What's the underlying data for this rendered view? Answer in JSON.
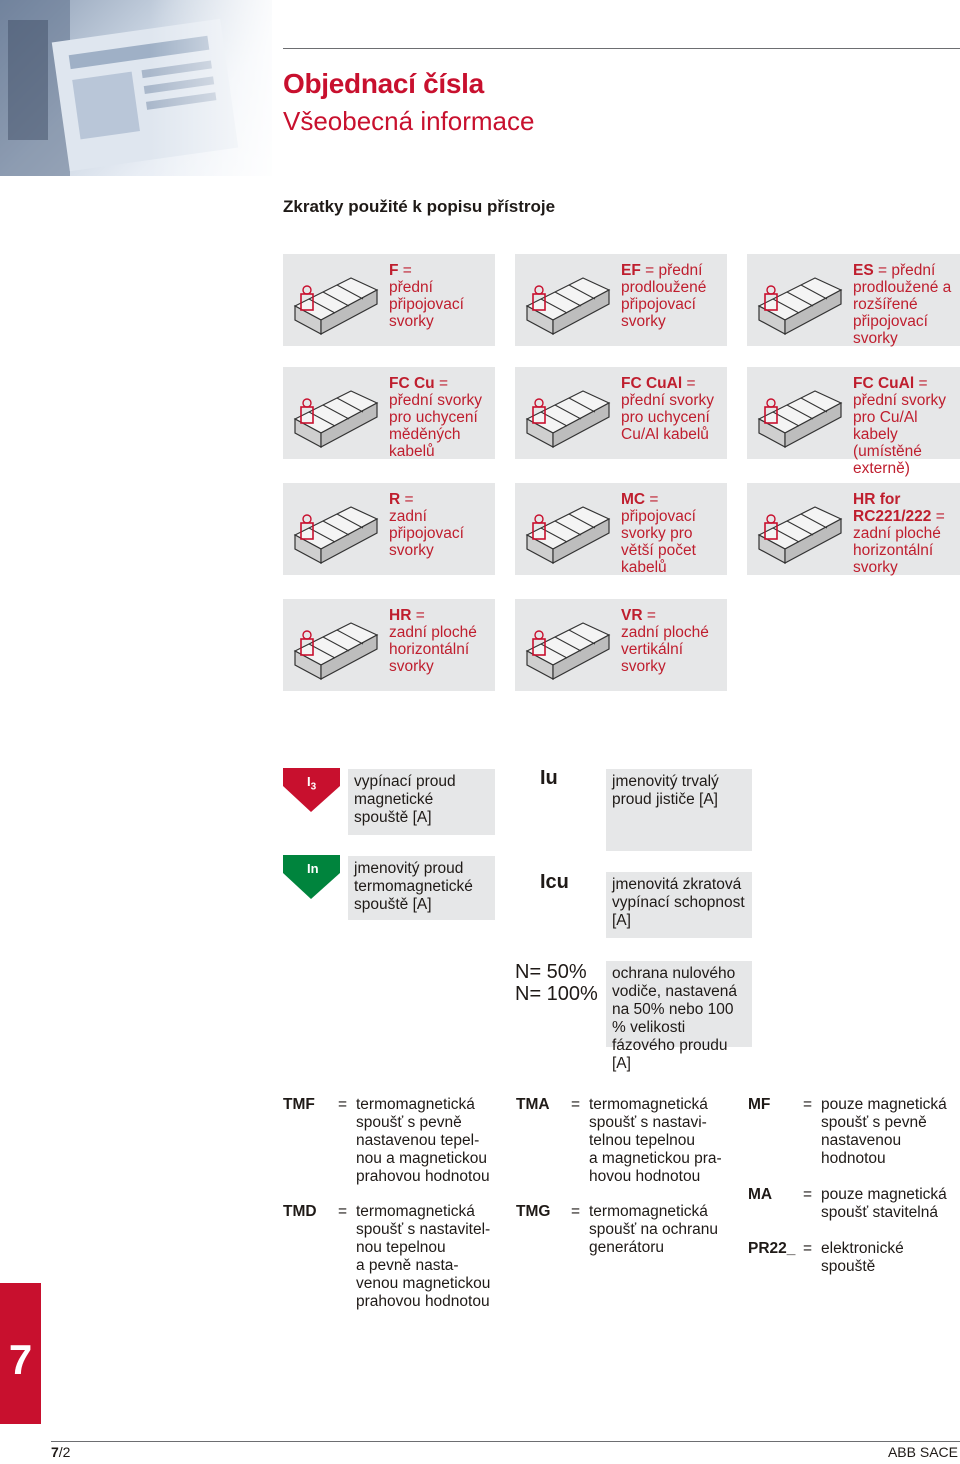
{
  "header": {
    "title": "Objednací čísla",
    "subtitle": "Všeobecná informace"
  },
  "section_heading": "Zkratky použité k popisu přístroje",
  "terminals": [
    {
      "code": "F",
      "suffix": " =",
      "desc": "přední připojovací svorky"
    },
    {
      "code": "EF",
      "suffix": " = přední",
      "desc": "prodloužené připojovací svorky"
    },
    {
      "code": "ES",
      "suffix": " = přední",
      "desc": "prodloužené a rozšířené připojovací svorky"
    },
    {
      "code": "FC Cu",
      "suffix": " =",
      "desc": "přední svorky pro uchycení měděných kabelů"
    },
    {
      "code": "FC CuAl",
      "suffix": " =",
      "desc": "přední svorky pro uchycení Cu/Al kabelů"
    },
    {
      "code": "FC CuAl",
      "suffix": " =",
      "desc": "přední svorky pro Cu/Al kabely (umístěné externě)"
    },
    {
      "code": "R",
      "suffix": " =",
      "desc": "zadní připojovací svorky"
    },
    {
      "code": "MC",
      "suffix": " =",
      "desc": "připojovací svorky pro větší počet kabelů"
    },
    {
      "code": "HR for RC221/222",
      "suffix": " =",
      "desc": "zadní ploché horizontální svorky"
    },
    {
      "code": "HR",
      "suffix": " =",
      "desc": "zadní ploché horizontální svorky"
    },
    {
      "code": "VR",
      "suffix": " =",
      "desc": "zadní ploché vertikální svorky"
    }
  ],
  "symbols": {
    "i3": {
      "label": "I",
      "sub": "3",
      "desc": "vypínací proud magnetické spouště [A]"
    },
    "in": {
      "label": "In",
      "desc": "jmenovitý proud termomagnetické spouště [A]"
    },
    "iu": {
      "key": "Iu",
      "desc": "jmenovitý trvalý proud jističe [A]"
    },
    "icu": {
      "key": "Icu",
      "desc": "jmenovitá zkratová vypínací schopnost [A]"
    },
    "n": {
      "key1": "N= 50%",
      "key2": "N= 100%",
      "desc": "ochrana nulového vodiče, nastavená na 50% nebo 100 % velikosti fázového proudu [A]"
    }
  },
  "legend": [
    {
      "key": "TMF",
      "eq": "=",
      "lines": [
        "termomagnetická",
        "spoušť s pevně",
        "nastavenou tepel-",
        "nou a magnetickou",
        "prahovou hodnotou"
      ]
    },
    {
      "key": "TMD",
      "eq": "=",
      "lines": [
        "termomagnetická",
        "spoušť s nastavitel-",
        "nou tepelnou",
        "a pevně nasta-",
        "venou magnetickou",
        "prahovou hodnotou"
      ]
    },
    {
      "key": "TMA",
      "eq": "=",
      "lines": [
        "termomagnetická",
        "spoušť s nastavi-",
        "telnou tepelnou",
        "a magnetickou pra-",
        "hovou hodnotou"
      ]
    },
    {
      "key": "TMG",
      "eq": "=",
      "lines": [
        "termomagnetická",
        "spoušť na ochranu",
        "generátoru"
      ]
    },
    {
      "key": "MF",
      "eq": "=",
      "lines": [
        "pouze magnetická",
        "spoušť s pevně",
        "nastavenou",
        "hodnotou"
      ]
    },
    {
      "key": "MA",
      "eq": "=",
      "lines": [
        "pouze magnetická",
        "spoušť stavitelná"
      ]
    },
    {
      "key": "PR22_",
      "eq": "=",
      "lines": [
        "elektronické",
        "spouště"
      ]
    }
  ],
  "side_tab": "7",
  "footer": {
    "page_bold": "7",
    "page_rest": "/2",
    "brand": "ABB SACE"
  },
  "colors": {
    "accent_red": "#c8102e",
    "green": "#00843d",
    "box_gray": "#e6e7e8"
  }
}
